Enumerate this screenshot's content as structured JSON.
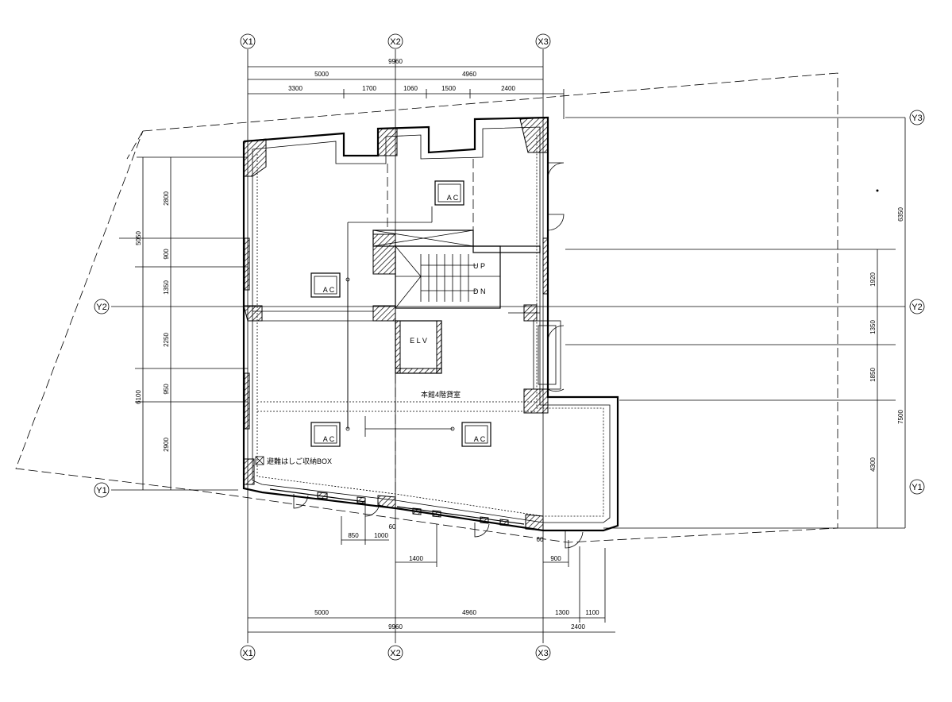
{
  "grid": {
    "x_axes": [
      "X1",
      "X2",
      "X3"
    ],
    "y_axes": [
      "Y1",
      "Y2",
      "Y3"
    ]
  },
  "dimensions": {
    "top_total": "9960",
    "top_spans": [
      "5000",
      "4960"
    ],
    "top_sub_spans": [
      "3300",
      "1700",
      "1060",
      "1500",
      "2400"
    ],
    "left_overall": [
      "5050",
      "6100"
    ],
    "left_sub": [
      "2800",
      "900",
      "1350",
      "2250",
      "950",
      "2900"
    ],
    "right_overall": [
      "6350",
      "7500"
    ],
    "right_sub": [
      "1920",
      "1350",
      "1850",
      "4300"
    ],
    "bottom_spans": [
      "5000",
      "4960",
      "1300",
      "1100"
    ],
    "bottom_totals": [
      "9960",
      "2400"
    ],
    "bottom_misc": [
      "850",
      "1000",
      "60",
      "1400",
      "60",
      "900"
    ]
  },
  "labels": {
    "ac": "A C",
    "elv": "E L V",
    "up": "U P",
    "dn": "D N",
    "rental_room": "本館4階貸室",
    "escape_ladder": "避難はしご収納BOX"
  }
}
